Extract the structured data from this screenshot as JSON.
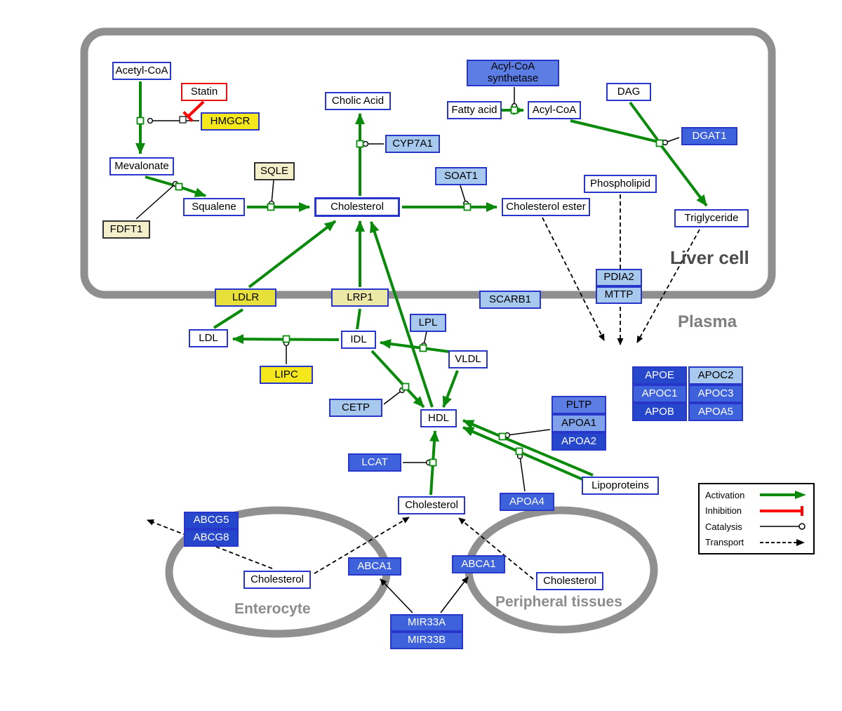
{
  "colors": {
    "activation": "#0a8a0a",
    "inhibition": "#ff0000",
    "catalysis": "#000000",
    "transport": "#000000",
    "membrane": "#8f8f8f",
    "node_border": "#2936cc",
    "enzyme_yellow": "#f4e81c"
  },
  "regions": {
    "liver": "Liver cell",
    "plasma": "Plasma",
    "enterocyte": "Enterocyte",
    "peripheral": "Peripheral tissues"
  },
  "legend": {
    "activation": "Activation",
    "inhibition": "Inhibition",
    "catalysis": "Catalysis",
    "transport": "Transport"
  },
  "nodes": {
    "acetyl_coa": "Acetyl-CoA",
    "statin": "Statin",
    "hmgcr": "HMGCR",
    "mevalonate": "Mevalonate",
    "sqle": "SQLE",
    "fdft1": "FDFT1",
    "squalene": "Squalene",
    "cholic_acid": "Cholic Acid",
    "cyp7a1": "CYP7A1",
    "cholesterol_liver": "Cholesterol",
    "soat1": "SOAT1",
    "cholesterol_ester": "Cholesterol ester",
    "acyl_coa_synthetase": "Acyl-CoA\nsynthetase",
    "fatty_acid": "Fatty acid",
    "acyl_coa": "Acyl-CoA",
    "dag": "DAG",
    "dgat1": "DGAT1",
    "phospholipid": "Phospholipid",
    "triglyceride": "Triglyceride",
    "pdia2": "PDIA2",
    "mttp": "MTTP",
    "ldlr": "LDLR",
    "lrp1": "LRP1",
    "scarb1": "SCARB1",
    "ldl": "LDL",
    "idl": "IDL",
    "lpl": "LPL",
    "vldl": "VLDL",
    "lipc": "LIPC",
    "cetp": "CETP",
    "hdl": "HDL",
    "pltp": "PLTP",
    "apoa1": "APOA1",
    "apoa2": "APOA2",
    "lcat": "LCAT",
    "apoa4": "APOA4",
    "lipoproteins": "Lipoproteins",
    "apoe": "APOE",
    "apoc2": "APOC2",
    "apoc1": "APOC1",
    "apoc3": "APOC3",
    "apob": "APOB",
    "apoa5": "APOA5",
    "cholesterol_plasma": "Cholesterol",
    "abcg5": "ABCG5",
    "abcg8": "ABCG8",
    "cholesterol_enterocyte": "Cholesterol",
    "abca1_enterocyte": "ABCA1",
    "abca1_peripheral": "ABCA1",
    "cholesterol_peripheral": "Cholesterol",
    "mir33a": "MIR33A",
    "mir33b": "MIR33B"
  }
}
